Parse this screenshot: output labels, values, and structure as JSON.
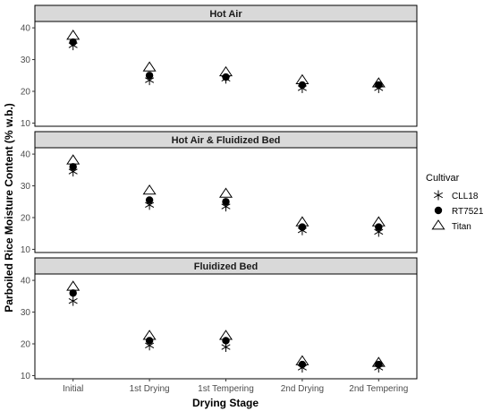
{
  "chart_data": {
    "type": "scatter",
    "xlabel": "Drying Stage",
    "ylabel": "Parboiled Rice Moisture Content (% w.b.)",
    "categories": [
      "Initial",
      "1st Drying",
      "1st Tempering",
      "2nd Drying",
      "2nd Tempering"
    ],
    "ylim": [
      9,
      42
    ],
    "yticks": [
      10,
      20,
      30,
      40
    ],
    "grid": false,
    "legend": {
      "title": "Cultivar",
      "placement": "right",
      "entries": [
        {
          "name": "CLL18",
          "shape": "asterisk"
        },
        {
          "name": "RT7521",
          "shape": "filled-circle"
        },
        {
          "name": "Titan",
          "shape": "open-triangle"
        }
      ]
    },
    "panels": [
      {
        "title": "Hot Air",
        "series": [
          {
            "name": "CLL18",
            "values": [
              34.5,
              23.5,
              24.0,
              21.0,
              21.0
            ]
          },
          {
            "name": "RT7521",
            "values": [
              35.5,
              25.0,
              24.5,
              22.0,
              22.0
            ]
          },
          {
            "name": "Titan",
            "values": [
              37.5,
              27.5,
              26.0,
              23.5,
              22.5
            ]
          }
        ]
      },
      {
        "title": "Hot Air & Fluidized Bed",
        "series": [
          {
            "name": "CLL18",
            "values": [
              34.5,
              24.0,
              23.5,
              16.0,
              15.5
            ]
          },
          {
            "name": "RT7521",
            "values": [
              36.0,
              25.5,
              25.0,
              17.0,
              17.0
            ]
          },
          {
            "name": "Titan",
            "values": [
              38.0,
              28.5,
              27.5,
              18.5,
              18.5
            ]
          }
        ]
      },
      {
        "title": "Fluidized Bed",
        "series": [
          {
            "name": "CLL18",
            "values": [
              33.5,
              19.5,
              19.0,
              12.5,
              12.5
            ]
          },
          {
            "name": "RT7521",
            "values": [
              36.0,
              21.0,
              21.0,
              13.5,
              13.5
            ]
          },
          {
            "name": "Titan",
            "values": [
              38.0,
              22.5,
              22.5,
              14.5,
              14.0
            ]
          }
        ]
      }
    ]
  }
}
